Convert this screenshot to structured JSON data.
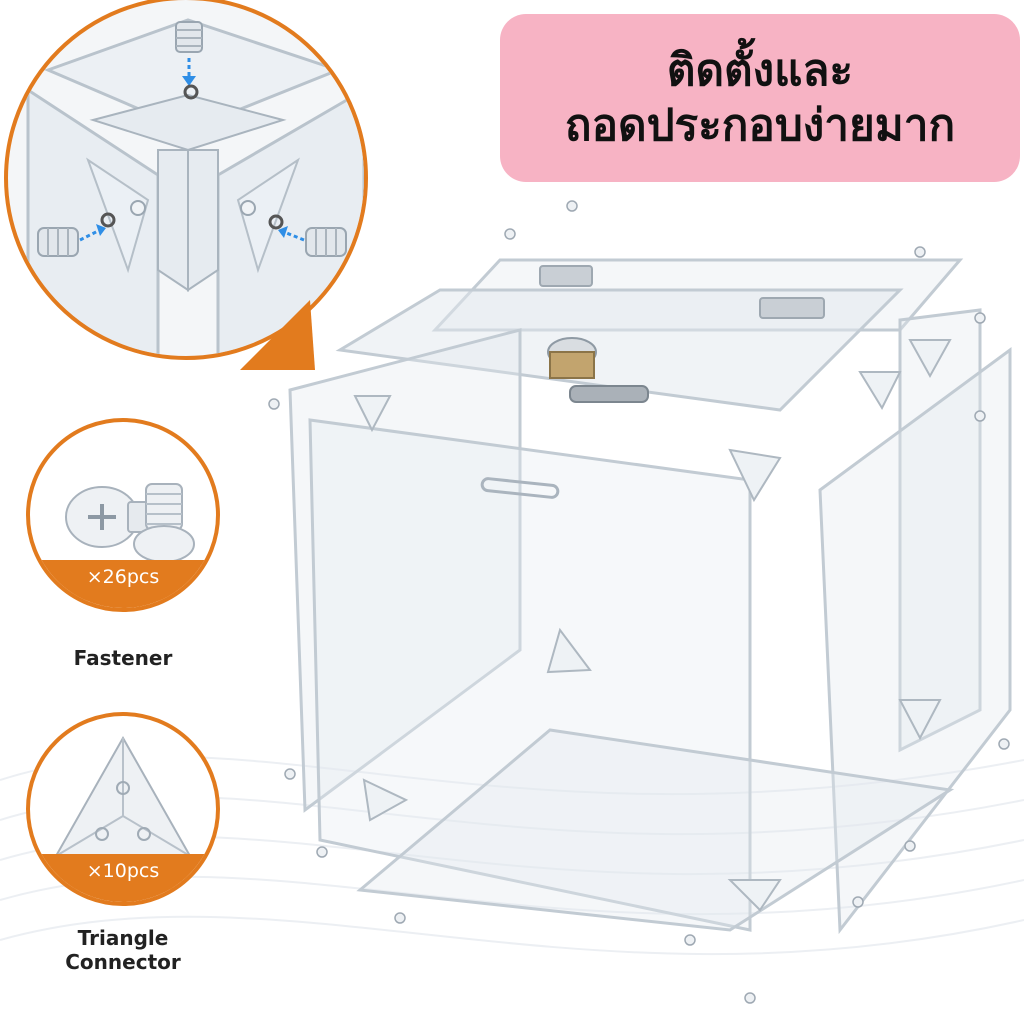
{
  "banner": {
    "line1": "ติดตั้งและ",
    "line2": "ถอดประกอบง่ายมาก"
  },
  "fastener": {
    "quantity": "×26pcs",
    "label": "Fastener"
  },
  "connector": {
    "quantity": "×10pcs",
    "label_line1": "Triangle",
    "label_line2": "Connector"
  },
  "colors": {
    "accent_orange": "#e27b1e",
    "banner_pink": "#f7b3c4",
    "arrow_blue": "#2f8ee6"
  }
}
